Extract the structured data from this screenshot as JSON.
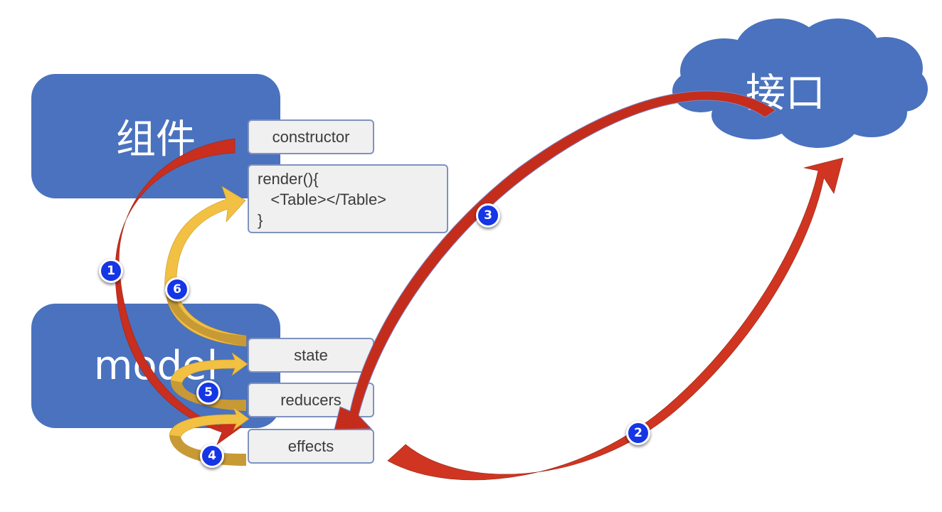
{
  "blocks": {
    "component": "组件",
    "model": "model"
  },
  "component_boxes": {
    "constructor": "constructor",
    "render_lines": [
      "render(){",
      "   <Table></Table>",
      "}"
    ]
  },
  "model_boxes": {
    "state": "state",
    "reducers": "reducers",
    "effects": "effects"
  },
  "cloud": {
    "label": "接口"
  },
  "badges": [
    "1",
    "2",
    "3",
    "4",
    "5",
    "6"
  ],
  "colors": {
    "block_blue": "#4a72be",
    "arrow_red": "#e53b25",
    "arrow_dark_red": "#b6291c",
    "arrow_yellow": "#f2c042",
    "arrow_gold": "#c89a35",
    "badge_blue": "#1535e6"
  }
}
